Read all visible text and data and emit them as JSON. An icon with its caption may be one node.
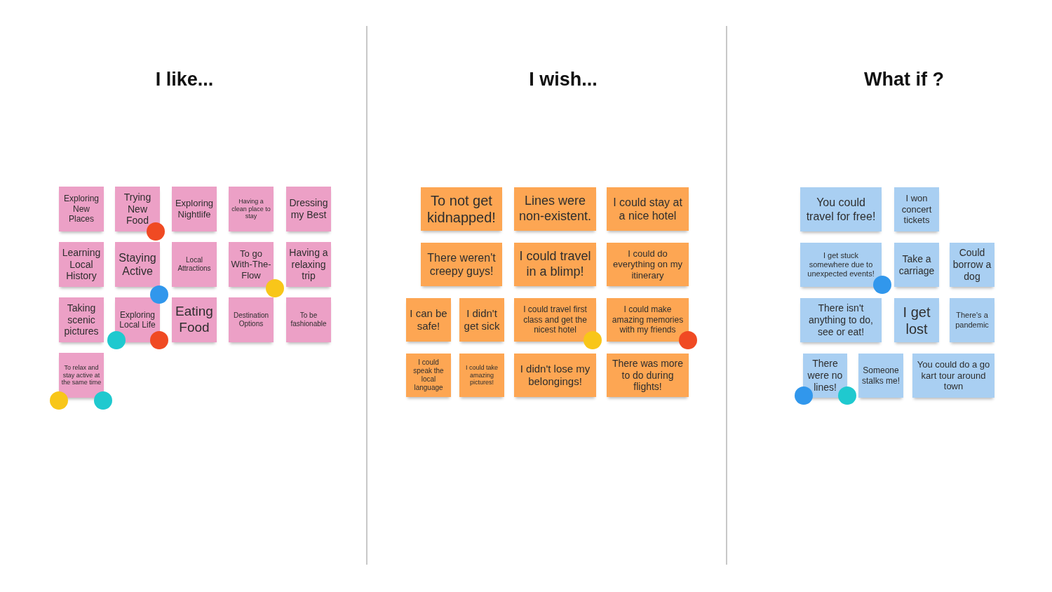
{
  "diagram": {
    "nodes": [
      {
        "text": [
          "Exploring New Places"
        ]
      },
      {
        "text": [
          "Trying New Food"
        ]
      },
      {
        "text": [
          "Exploring Nightlife"
        ]
      },
      {
        "text": [
          "Having a clean place to stay"
        ]
      },
      {
        "text": [
          "Dressing my Best"
        ]
      },
      {
        "text": [
          "Learning Local History"
        ]
      },
      {
        "text": [
          "Staying Active"
        ]
      },
      {
        "text": [
          "Local Attractions"
        ]
      },
      {
        "text": [
          "To go With-The-Flow"
        ]
      },
      {
        "text": [
          "Having a relaxing trip"
        ]
      },
      {
        "text": [
          "Taking scenic pictures"
        ]
      },
      {
        "text": [
          "Exploring Local Life"
        ]
      },
      {
        "text": [
          "Eating Food"
        ]
      },
      {
        "text": [
          "Destination Options"
        ]
      },
      {
        "text": [
          "To be fashionable"
        ]
      },
      {
        "text": [
          "To relax and stay active at the same time"
        ]
      },
      {
        "text": [
          "To not get kidnapped!"
        ]
      },
      {
        "text": [
          "Lines were non-existent."
        ]
      },
      {
        "text": [
          "I could stay at a nice hotel"
        ]
      },
      {
        "text": [
          "There weren't creepy guys!"
        ]
      },
      {
        "text": [
          "I could travel in a blimp!"
        ]
      },
      {
        "text": [
          "I could do everything on my itinerary"
        ]
      },
      {
        "text": [
          "I can be safe!"
        ]
      },
      {
        "text": [
          "I didn't get sick"
        ]
      },
      {
        "text": [
          "I could travel first class and get the nicest hotel"
        ]
      },
      {
        "text": [
          "I could make amazing memories with my friends"
        ]
      },
      {
        "text": [
          "I could speak the local language"
        ]
      },
      {
        "text": [
          "I could take amazing pictures!"
        ]
      },
      {
        "text": [
          "I didn't lose my belongings!"
        ]
      },
      {
        "text": [
          "There was more to do during flights!"
        ]
      },
      {
        "text": [
          "You could travel for free!"
        ]
      },
      {
        "text": [
          "I won concert tickets"
        ]
      },
      {
        "text": [
          "I get stuck somewhere due to unexpected events!"
        ]
      },
      {
        "text": [
          "Take a carriage"
        ]
      },
      {
        "text": [
          "Could borrow a dog"
        ]
      },
      {
        "text": [
          "There isn't anything to do, see or eat!"
        ]
      },
      {
        "text": [
          "I get lost"
        ]
      },
      {
        "text": [
          "There's a pandemic"
        ]
      },
      {
        "text": [
          "There were no lines!"
        ]
      },
      {
        "text": [
          "Someone stalks me!"
        ]
      },
      {
        "text": [
          "You could do a go kart tour around town"
        ]
      }
    ],
    "edges": [],
    "labels": [
      "I like...",
      "I wish...",
      "What if ?"
    ]
  }
}
